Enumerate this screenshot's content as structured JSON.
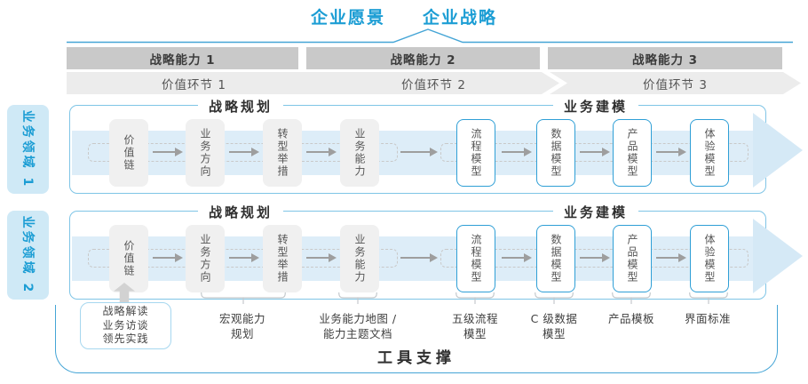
{
  "header": {
    "vision": "企业愿景",
    "strategy": "企业战略"
  },
  "capability_bar": {
    "items": [
      "战略能力 1",
      "战略能力 2",
      "战略能力 3"
    ]
  },
  "value_chain_bar": {
    "items": [
      "价值环节 1",
      "价值环节 2",
      "价值环节 3"
    ]
  },
  "domains": [
    "业务领域 1",
    "业务领域 2"
  ],
  "row_headers": {
    "planning": "战略规划",
    "modeling": "业务建模"
  },
  "flow_stages": [
    "价值链",
    "业务方向",
    "转型举措",
    "业务能力",
    "流程模型",
    "数据模型",
    "产品模型",
    "体验模型"
  ],
  "notes": {
    "box_lines": [
      "战略解读",
      "业务访谈",
      "领先实践"
    ]
  },
  "footnotes": [
    {
      "line1": "宏观能力",
      "line2": "规划"
    },
    {
      "line1": "业务能力地图 /",
      "line2": "能力主题文档"
    },
    {
      "line1": "五级流程",
      "line2": "模型"
    },
    {
      "line1": "C 级数据",
      "line2": "模型"
    },
    {
      "line1": "产品模板",
      "line2": ""
    },
    {
      "line1": "界面标准",
      "line2": ""
    }
  ],
  "tool_bar": {
    "label": "工具支撑"
  },
  "colors": {
    "accent": "#1b9dd4",
    "line-blue": "#45a5d6",
    "panel-border": "#7fc5e6",
    "band": "#ddedf8",
    "bar-gray": "#c9c9c9",
    "box-blue": "#2f9fd6"
  }
}
